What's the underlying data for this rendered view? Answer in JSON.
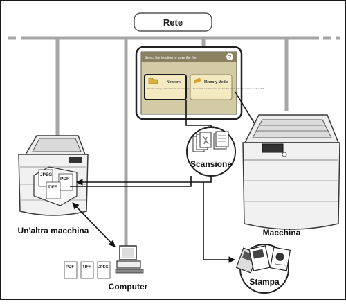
{
  "network": {
    "label": "Rete"
  },
  "screen": {
    "header": "Select the location to save the file.",
    "help_icon": "help-icon",
    "network_button": {
      "label": "Network",
      "description": "Selects storage on the Network. Converts document from a to the file-format specified as PDF",
      "icon": "folder-icon"
    },
    "memory_button": {
      "label": "Memory Media",
      "description": "Removable media to store and transfer files to network locations such as PDF",
      "icon": "usb-stick-icon"
    }
  },
  "nodes": {
    "scan": {
      "label": "Scansione"
    },
    "print": {
      "label": "Stampa"
    },
    "machine": {
      "label": "Macchina"
    },
    "other_machine": {
      "label": "Un'altra macchina"
    },
    "computer": {
      "label": "Computer"
    }
  },
  "file_formats": [
    "JPEG",
    "PDF",
    "TIFF"
  ],
  "computer_file_formats": [
    "PDF",
    "TIFF",
    "JPEG"
  ],
  "colors": {
    "line": "#a6a6a6",
    "device_body": "#eeeeee",
    "device_stroke": "#3a3a3a",
    "screen_bg": "#d2cba6",
    "button_bg": "#f4eac2",
    "arrow": "#111111"
  }
}
